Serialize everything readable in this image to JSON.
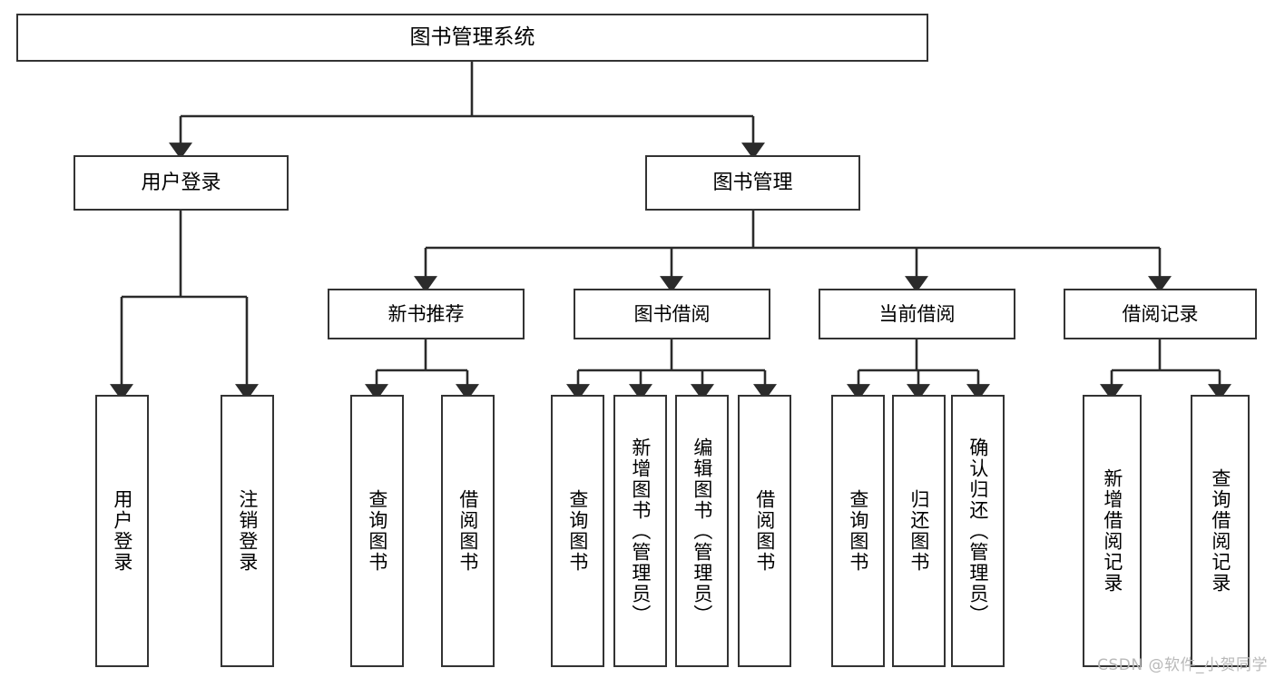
{
  "diagram": {
    "title": "图书管理系统",
    "type": "tree-hierarchy-chart",
    "watermark": "CSDN @软件_小贺同学",
    "stroke_color": "#333333",
    "fill_color": "#ffffff",
    "text_color": "#000000",
    "nodes": {
      "root": {
        "label": "图书管理系统"
      },
      "l1": [
        {
          "label": "用户登录"
        },
        {
          "label": "图书管理"
        }
      ],
      "l2": [
        {
          "label": "新书推荐"
        },
        {
          "label": "图书借阅"
        },
        {
          "label": "当前借阅"
        },
        {
          "label": "借阅记录"
        }
      ],
      "leaves_user_login": [
        {
          "label": "用户登录"
        },
        {
          "label": "注销登录"
        }
      ],
      "leaves_new_book": [
        {
          "label": "查询图书"
        },
        {
          "label": "借阅图书"
        }
      ],
      "leaves_borrow": [
        {
          "label": "查询图书"
        },
        {
          "label": "新增图书（管理员）"
        },
        {
          "label": "编辑图书（管理员）"
        },
        {
          "label": "借阅图书"
        }
      ],
      "leaves_current": [
        {
          "label": "查询图书"
        },
        {
          "label": "归还图书"
        },
        {
          "label": "确认归还（管理员）"
        }
      ],
      "leaves_record": [
        {
          "label": "新增借阅记录"
        },
        {
          "label": "查询借阅记录"
        }
      ]
    }
  }
}
